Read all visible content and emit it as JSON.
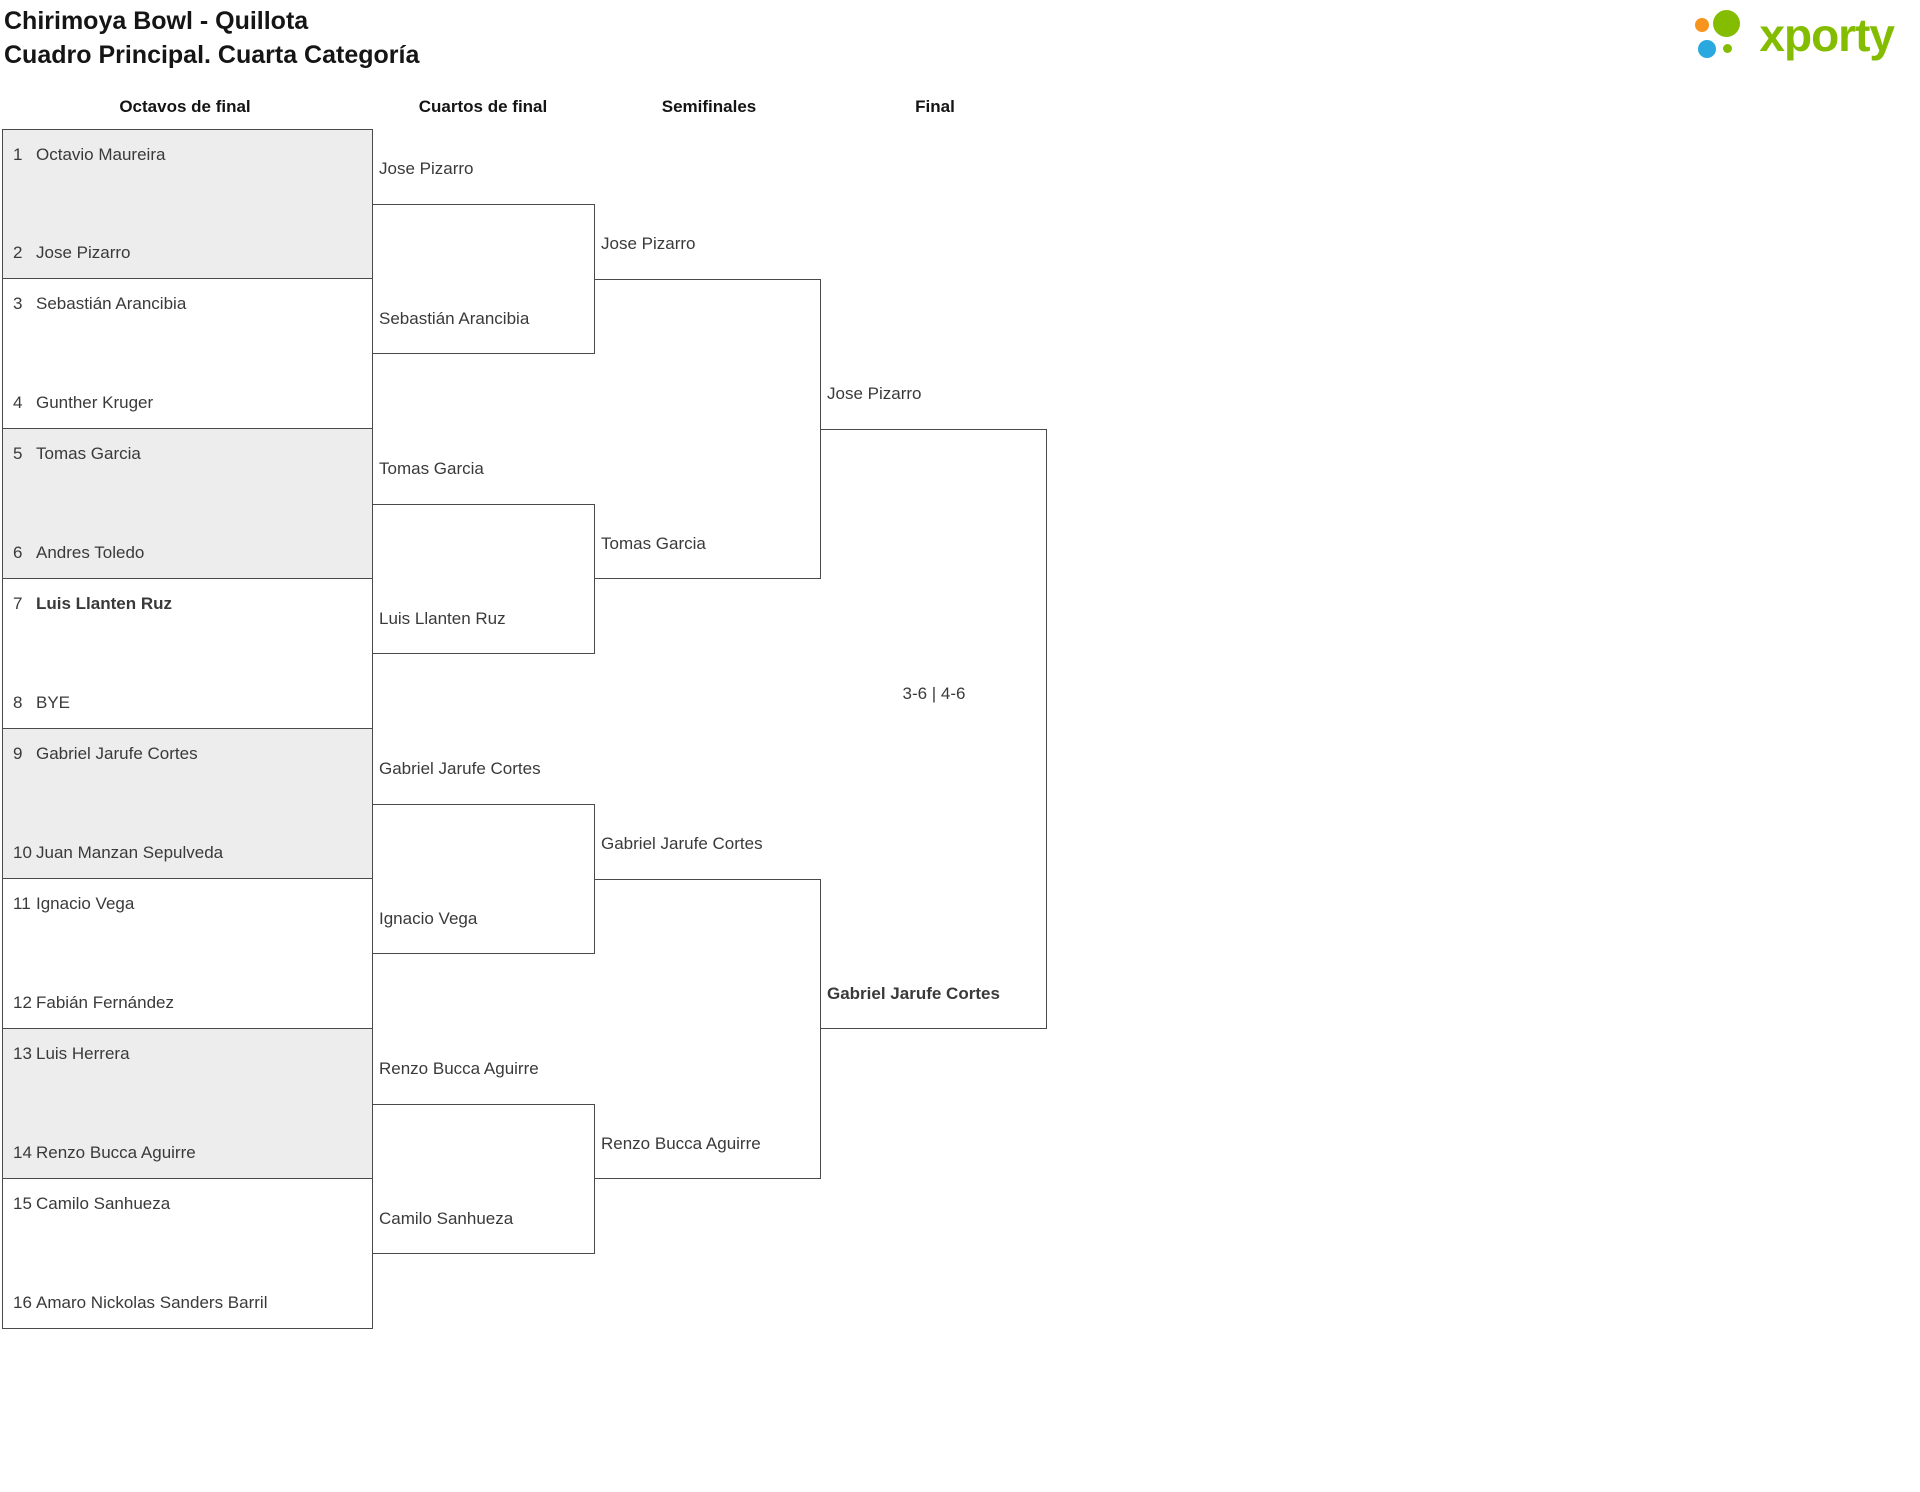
{
  "header": {
    "title": "Chirimoya Bowl - Quillota",
    "subtitle": "Cuadro Principal. Cuarta Categoría",
    "logo_text": "xporty"
  },
  "rounds": [
    "Octavos de final",
    "Cuartos de final",
    "Semifinales",
    "Final"
  ],
  "round16": [
    {
      "seed": "1",
      "name": "Octavio Maureira"
    },
    {
      "seed": "2",
      "name": "Jose Pizarro"
    },
    {
      "seed": "3",
      "name": "Sebastián Arancibia"
    },
    {
      "seed": "4",
      "name": "Gunther Kruger"
    },
    {
      "seed": "5",
      "name": "Tomas Garcia"
    },
    {
      "seed": "6",
      "name": "Andres Toledo"
    },
    {
      "seed": "7",
      "name": "Luis Llanten Ruz",
      "winner": true
    },
    {
      "seed": "8",
      "name": "BYE"
    },
    {
      "seed": "9",
      "name": "Gabriel Jarufe Cortes"
    },
    {
      "seed": "10",
      "name": "Juan Manzan Sepulveda"
    },
    {
      "seed": "11",
      "name": "Ignacio Vega"
    },
    {
      "seed": "12",
      "name": "Fabián Fernández"
    },
    {
      "seed": "13",
      "name": "Luis Herrera"
    },
    {
      "seed": "14",
      "name": "Renzo Bucca Aguirre"
    },
    {
      "seed": "15",
      "name": "Camilo Sanhueza"
    },
    {
      "seed": "16",
      "name": "Amaro Nickolas Sanders Barril"
    }
  ],
  "quarterfinals": [
    "Jose Pizarro",
    "Sebastián Arancibia",
    "Tomas Garcia",
    "Luis Llanten Ruz",
    "Gabriel Jarufe Cortes",
    "Ignacio Vega",
    "Renzo Bucca Aguirre",
    "Camilo Sanhueza"
  ],
  "semifinals": [
    "Jose Pizarro",
    "Tomas Garcia",
    "Gabriel Jarufe Cortes",
    "Renzo Bucca Aguirre"
  ],
  "final": {
    "players": [
      "Jose Pizarro",
      "Gabriel Jarufe Cortes"
    ],
    "champion": "Gabriel Jarufe Cortes",
    "score": "3-6 | 4-6"
  },
  "colors": {
    "accent_green": "#84bd00",
    "logo_blue": "#2aa9e0",
    "logo_orange": "#f7941d",
    "box_shaded": "#ededed",
    "line": "#4a4a4a"
  }
}
